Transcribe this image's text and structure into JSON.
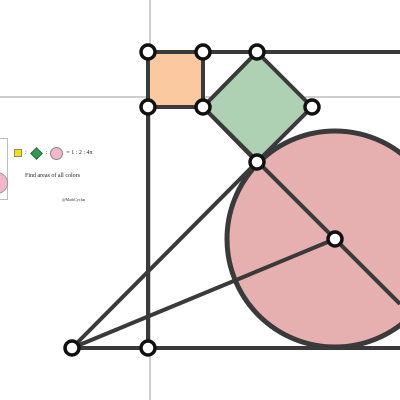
{
  "legend": {
    "ratio_text": "= 1 : 2 : 4π",
    "instruction": "Find areas of all colors",
    "author_handle": "@MathCyclus"
  },
  "colors": {
    "orange_square": "#fbc9a0",
    "green_square": "#afd1b3",
    "pink_circle": "#e6b0b1",
    "outline": "#3a3a3a",
    "axis": "#9e9e9e",
    "point_fill": "#ffffff",
    "point_stroke": "#111111",
    "legend_yellow": "#f7e300",
    "legend_green": "#2e9b52",
    "legend_pink": "#f4b6c9"
  },
  "icons": [
    "yellow-square-icon",
    "green-diamond-icon",
    "pink-circle-icon"
  ]
}
